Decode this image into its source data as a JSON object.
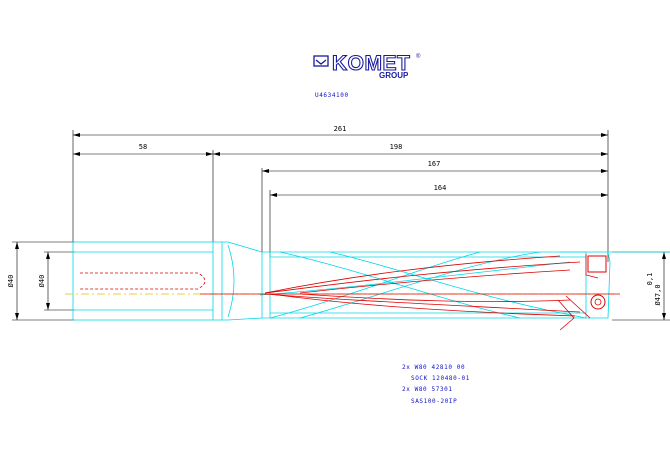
{
  "logo": {
    "brand": "KOMET",
    "reg": "®",
    "group": "GROUP"
  },
  "part_number": "U4634100",
  "dimensions": {
    "overall_length": "261",
    "shank_length": "58",
    "body_length": "198",
    "length_3": "167",
    "length_4": "164",
    "shank_diameter": "Ø40",
    "shank_inner_diameter": "Ø40",
    "cutting_diameter": "Ø47,0",
    "cutting_tolerance": "0,1"
  },
  "inserts": [
    "2x W80 42810 00",
    "SOCK 120480-01",
    "2x W80 57301",
    "SAS100-20IP"
  ],
  "colors": {
    "outline": "#00d8e8",
    "coolant": "#e00000",
    "dimension": "#000000",
    "label": "#1010c8",
    "center": "#e0c000"
  }
}
